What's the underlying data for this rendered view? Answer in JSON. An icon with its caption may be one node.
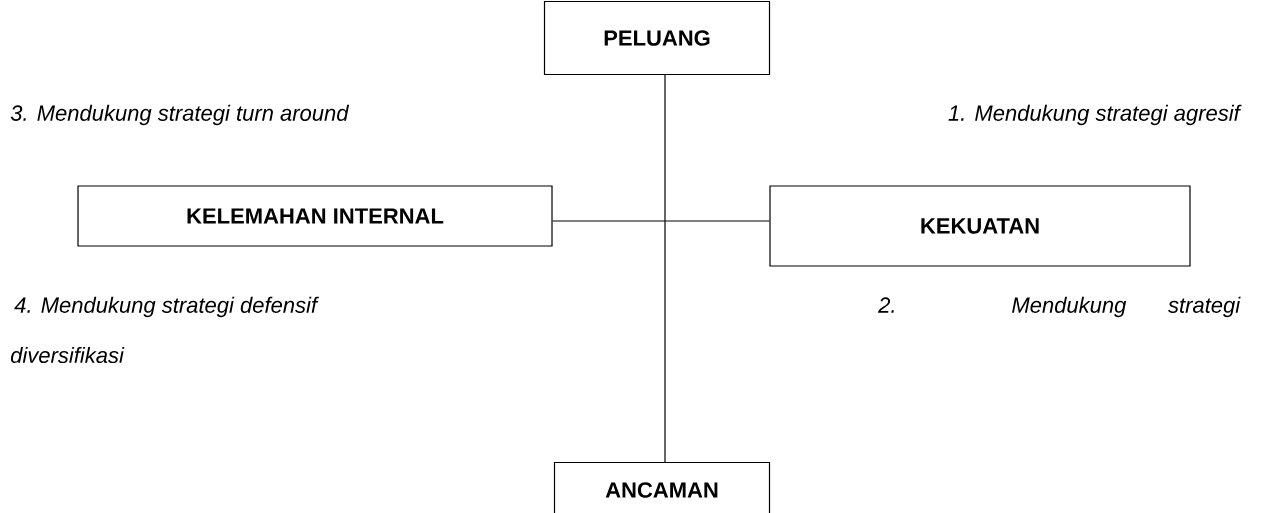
{
  "diagram": {
    "nodes": [
      {
        "text": [
          "PELUANG"
        ]
      },
      {
        "text": [
          "KELEMAHAN INTERNAL"
        ]
      },
      {
        "text": [
          "KEKUATAN"
        ]
      },
      {
        "text": [
          "ANCAMAN"
        ]
      }
    ],
    "edges": [
      {
        "from": 0,
        "to": 3,
        "arrow": "none"
      },
      {
        "from": 1,
        "to": 2,
        "arrow": "none"
      }
    ],
    "labels": [
      "3. Mendukung strategi turn around",
      "1. Mendukung strategi agresif",
      "4. Mendukung strategi defensif",
      "2. Mendukung strategi",
      "diversifikasi"
    ]
  }
}
